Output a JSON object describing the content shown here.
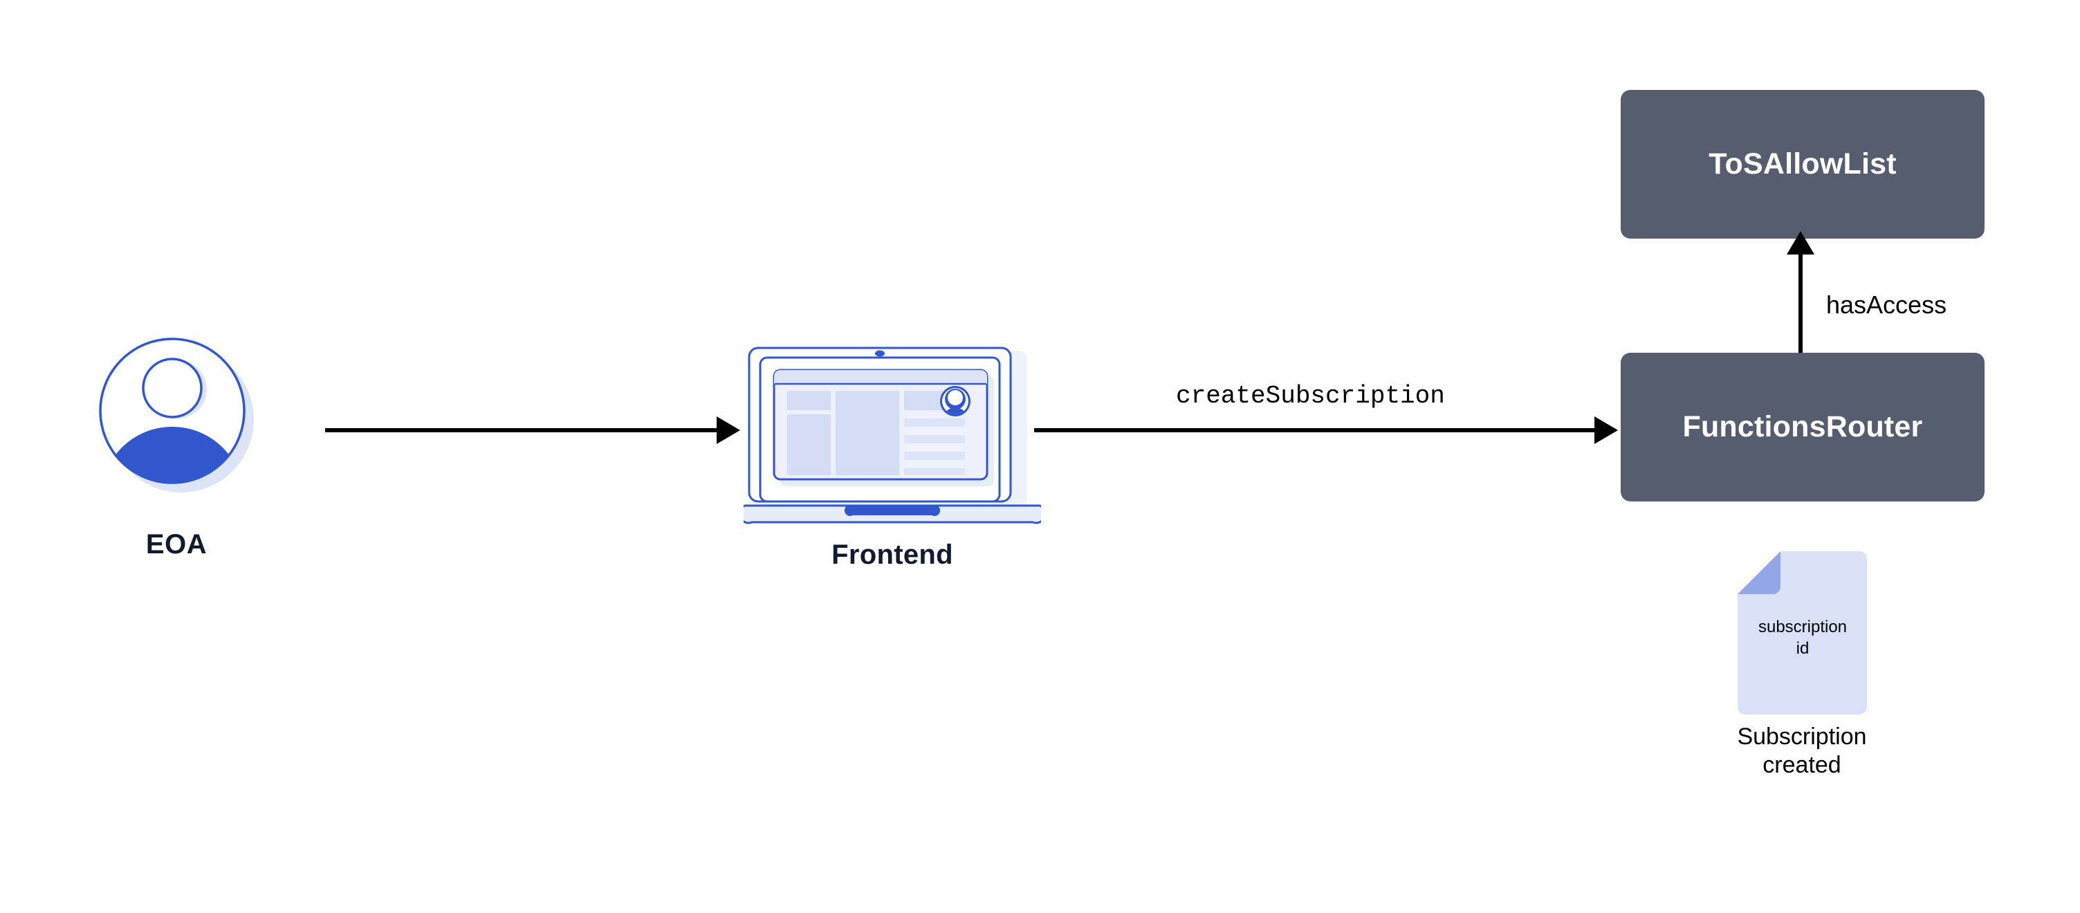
{
  "diagram": {
    "title": "Chainlink Functions subscription creation flow",
    "background_color": "#ffffff"
  },
  "colors": {
    "contract_box_fill": "#565d6e",
    "contract_box_text": "#ffffff",
    "actor_label_text": "#111a2e",
    "accent_blue": "#3257cd",
    "light_blue": "#dde4f8",
    "doc_fill": "#d9e0f7",
    "doc_fold": "#93a6e8",
    "arrow_color": "#000000"
  },
  "nodes": {
    "eoa": {
      "label": "EOA",
      "icon": "user-avatar-icon"
    },
    "frontend": {
      "label": "Frontend",
      "icon": "laptop-icon"
    },
    "tos_allow_list": {
      "label": "ToSAllowList",
      "shape": "rounded-rect"
    },
    "functions_router": {
      "label": "FunctionsRouter",
      "shape": "rounded-rect"
    },
    "subscription_doc": {
      "icon": "document-icon",
      "doc_text_line1": "subscription",
      "doc_text_line2": "id",
      "caption_line1": "Subscription",
      "caption_line2": "created"
    }
  },
  "edges": {
    "eoa_to_frontend": {
      "label": "",
      "direction": "right"
    },
    "frontend_to_router": {
      "label": "createSubscription",
      "direction": "right"
    },
    "router_to_tos": {
      "label": "hasAccess",
      "direction": "up"
    }
  }
}
